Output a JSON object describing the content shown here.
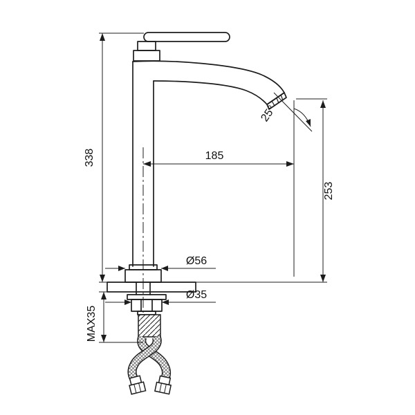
{
  "drawing": {
    "kind": "faucet-dimensional-drawing",
    "background_color": "#ffffff",
    "line_color": "#1c1c1c",
    "dimensions": {
      "total_height": "338",
      "spout_reach": "185",
      "outlet_height": "253",
      "outlet_angle": "25°",
      "base_diameter": "Ø56",
      "mounting_hole_diameter": "Ø35",
      "max_deck_thickness": "MAX35"
    }
  }
}
